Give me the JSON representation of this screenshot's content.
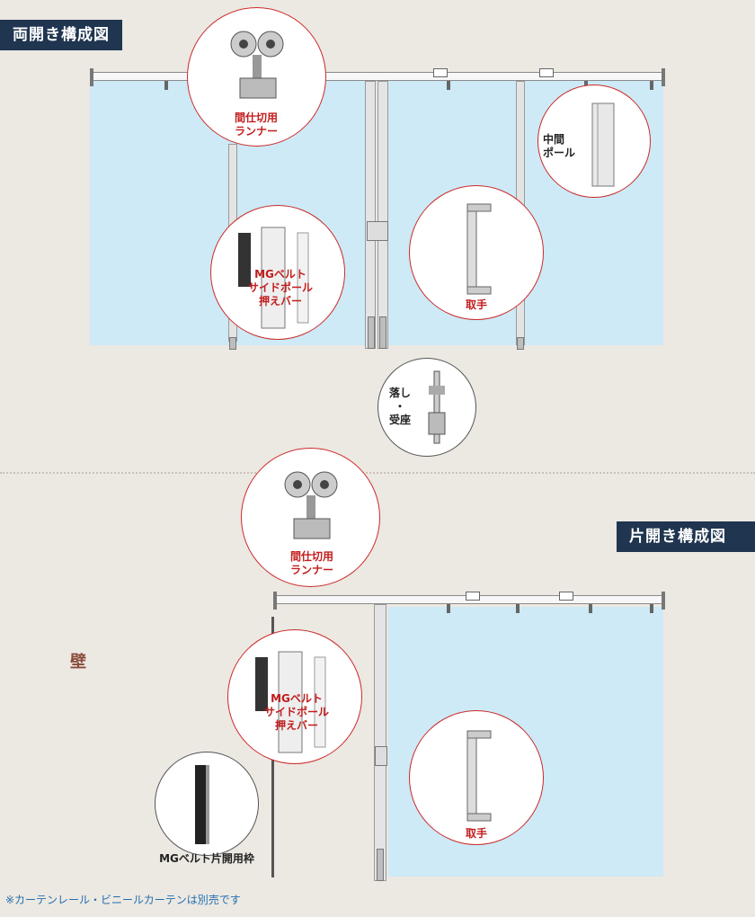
{
  "top_section": {
    "title": "両開き構成図",
    "runner_label": "間仕切用\nランナー",
    "pole_label": "中間\nポール",
    "side_pole_label": "MGベルト\nサイドポール\n押えバー",
    "handle_label": "取手",
    "latch_label": "落し\n・\n受座"
  },
  "bottom_section": {
    "title": "片開き構成図",
    "runner_label": "間仕切用\nランナー",
    "side_pole_label": "MGベルト\nサイドポール\n押えバー",
    "handle_label": "取手",
    "frame_label": "MGベルト片開用枠",
    "wall_label": "壁"
  },
  "footnote": "※カーテンレール・ビニールカーテンは別売です",
  "colors": {
    "title_bg": "#1f3550",
    "bubble_border": "#cc2a2a",
    "label_red": "#c21d1d",
    "curtain": "#cdeaf6"
  }
}
